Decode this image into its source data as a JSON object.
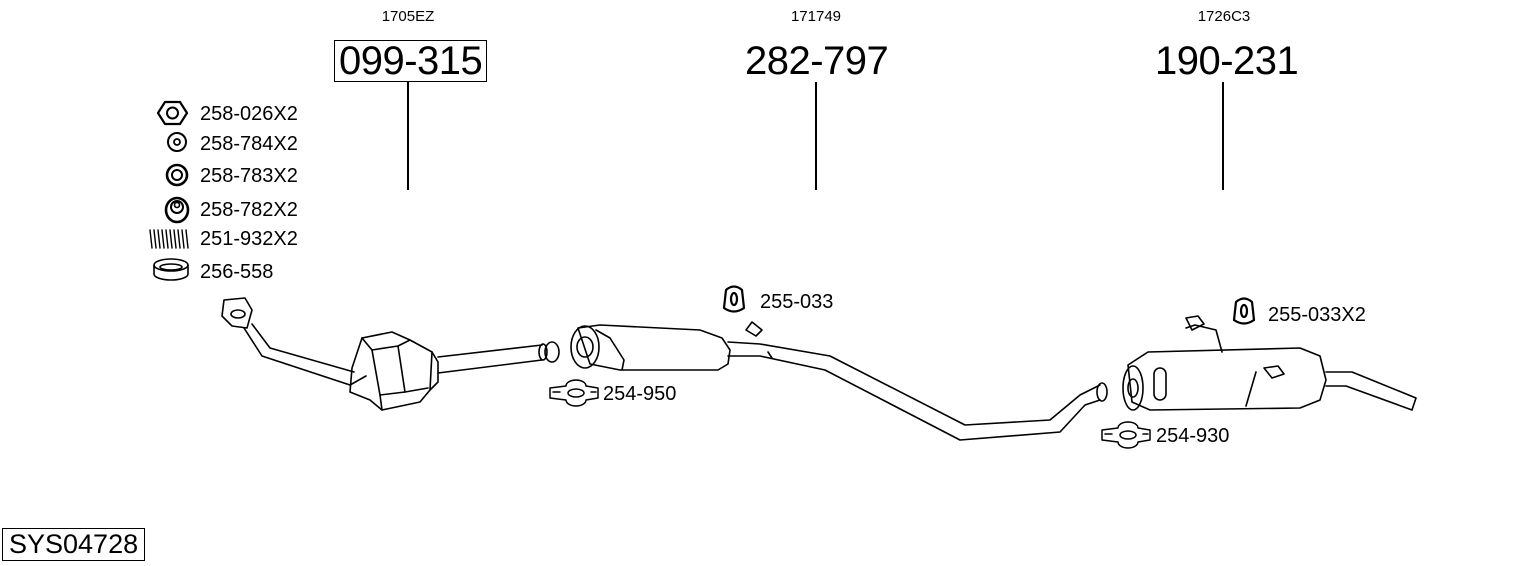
{
  "assemblies": [
    {
      "code": "1705EZ",
      "part": "099-315",
      "boxed": true
    },
    {
      "code": "171749",
      "part": "282-797",
      "boxed": false
    },
    {
      "code": "1726C3",
      "part": "190-231",
      "boxed": false
    }
  ],
  "hardware": [
    {
      "label": "258-026X2",
      "icon": "hex-nut-icon"
    },
    {
      "label": "258-784X2",
      "icon": "washer-icon"
    },
    {
      "label": "258-783X2",
      "icon": "spring-washer-icon"
    },
    {
      "label": "258-782X2",
      "icon": "conical-washer-icon"
    },
    {
      "label": "251-932X2",
      "icon": "spring-icon"
    },
    {
      "label": "256-558",
      "icon": "sealing-ring-icon"
    }
  ],
  "fittings": {
    "hanger_middle": {
      "label": "255-033",
      "icon": "rubber-hanger-icon"
    },
    "hanger_rear": {
      "label": "255-033X2",
      "icon": "rubber-hanger-icon"
    },
    "clamp_front": {
      "label": "254-950",
      "icon": "pipe-clamp-icon"
    },
    "clamp_rear": {
      "label": "254-930",
      "icon": "pipe-clamp-icon"
    }
  },
  "system_id": "SYS04728"
}
